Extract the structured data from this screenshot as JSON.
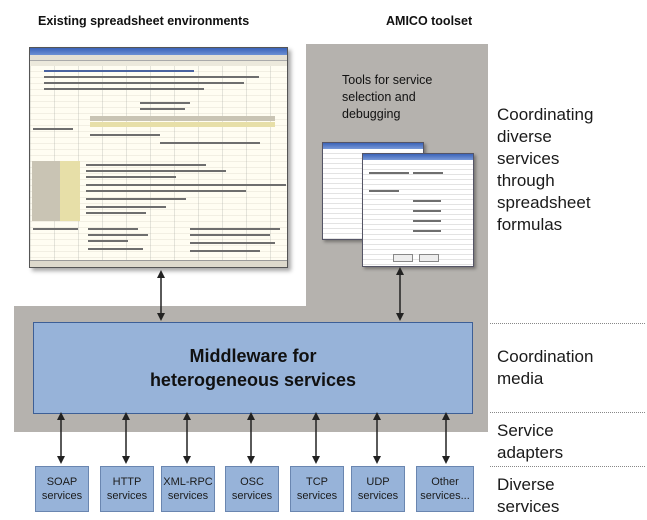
{
  "headers": {
    "left": "Existing spreadsheet environments",
    "right": "AMICO toolset"
  },
  "tools_label": [
    "Tools for service",
    "selection and",
    "debugging"
  ],
  "middleware": [
    "Middleware for",
    "heterogeneous services"
  ],
  "right_labels": {
    "coordinating": [
      "Coordinating",
      "diverse",
      "services",
      "through",
      "spreadsheet",
      "formulas"
    ],
    "media": [
      "Coordination",
      "media"
    ],
    "adapters": [
      "Service",
      "adapters"
    ],
    "diverse": [
      "Diverse",
      "services"
    ]
  },
  "services": [
    {
      "line1": "SOAP",
      "line2": "services"
    },
    {
      "line1": "HTTP",
      "line2": "services"
    },
    {
      "line1": "XML-RPC",
      "line2": "services"
    },
    {
      "line1": "OSC",
      "line2": "services"
    },
    {
      "line1": "TCP",
      "line2": "services"
    },
    {
      "line1": "UDP",
      "line2": "services"
    },
    {
      "line1": "Other",
      "line2": "services..."
    }
  ],
  "colors": {
    "panel": "#b5b2ae",
    "blue_box": "#97b3d9",
    "arrow": "#222222"
  }
}
